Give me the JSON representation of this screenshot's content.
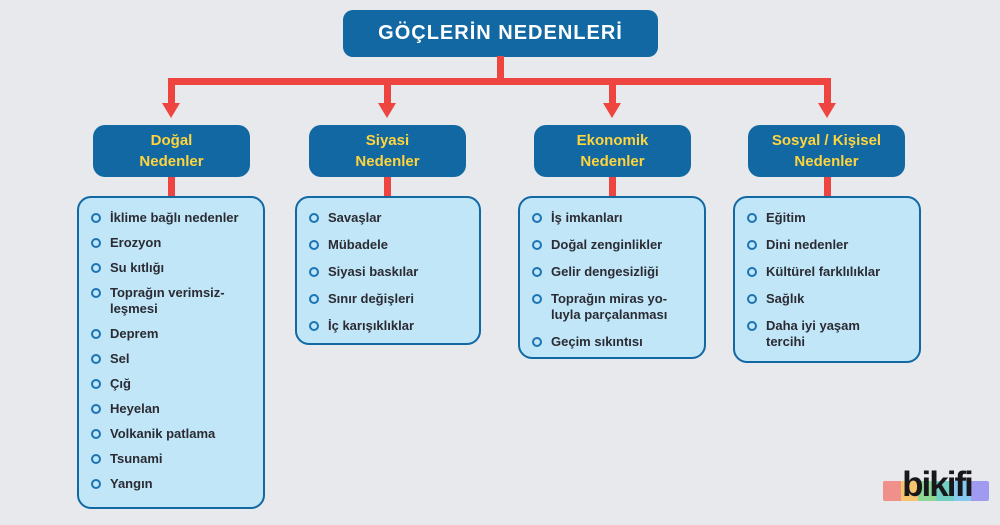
{
  "title": "GÖÇLERİN NEDENLERİ",
  "columns": [
    {
      "header": "Doğal\nNedenler",
      "items": [
        "İklime bağlı nedenler",
        "Erozyon",
        "Su kıtlığı",
        "Toprağın verimsiz-\nleşmesi",
        "Deprem",
        "Sel",
        "Çığ",
        "Heyelan",
        "Volkanik patlama",
        "Tsunami",
        "Yangın"
      ]
    },
    {
      "header": "Siyasi\nNedenler",
      "items": [
        "Savaşlar",
        "Mübadele",
        "Siyasi baskılar",
        "Sınır değişleri",
        "İç karışıklıklar"
      ]
    },
    {
      "header": "Ekonomik\nNedenler",
      "items": [
        "İş imkanları",
        "Doğal zenginlikler",
        "Gelir dengesizliği",
        "Toprağın miras yo-\nluyla parçalanması",
        "Geçim sıkıntısı"
      ]
    },
    {
      "header": "Sosyal / Kişisel\nNedenler",
      "items": [
        "Eğitim",
        "Dini nedenler",
        "Kültürel farklılıklar",
        "Sağlık",
        "Daha iyi yaşam\ntercihi"
      ]
    }
  ],
  "logo": {
    "text": "bikifi",
    "band_colors": [
      "#f0908a",
      "#f6c46d",
      "#8ed694",
      "#70cfc1",
      "#87c9ee",
      "#a09bf0"
    ]
  },
  "colors": {
    "background": "#e8e9ec",
    "box_blue": "#1168a3",
    "panel_light_blue": "#c0e6f8",
    "arrow_red": "#ee4540",
    "header_yellow": "#ffd43c",
    "text_dark": "#2b2b33",
    "title_text": "#ffffff",
    "bullet_blue": "#1c74b4"
  }
}
